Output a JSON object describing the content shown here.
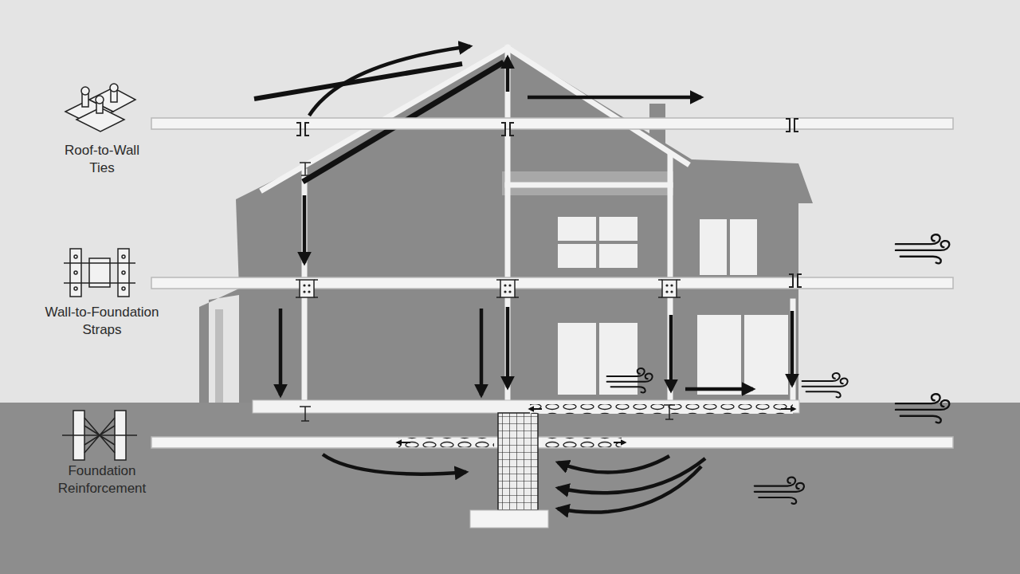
{
  "diagram": {
    "labels": [
      "Roof-to-Wall Ties",
      "Wall-to-Foundation Straps",
      "Foundation Reinforcement"
    ]
  }
}
